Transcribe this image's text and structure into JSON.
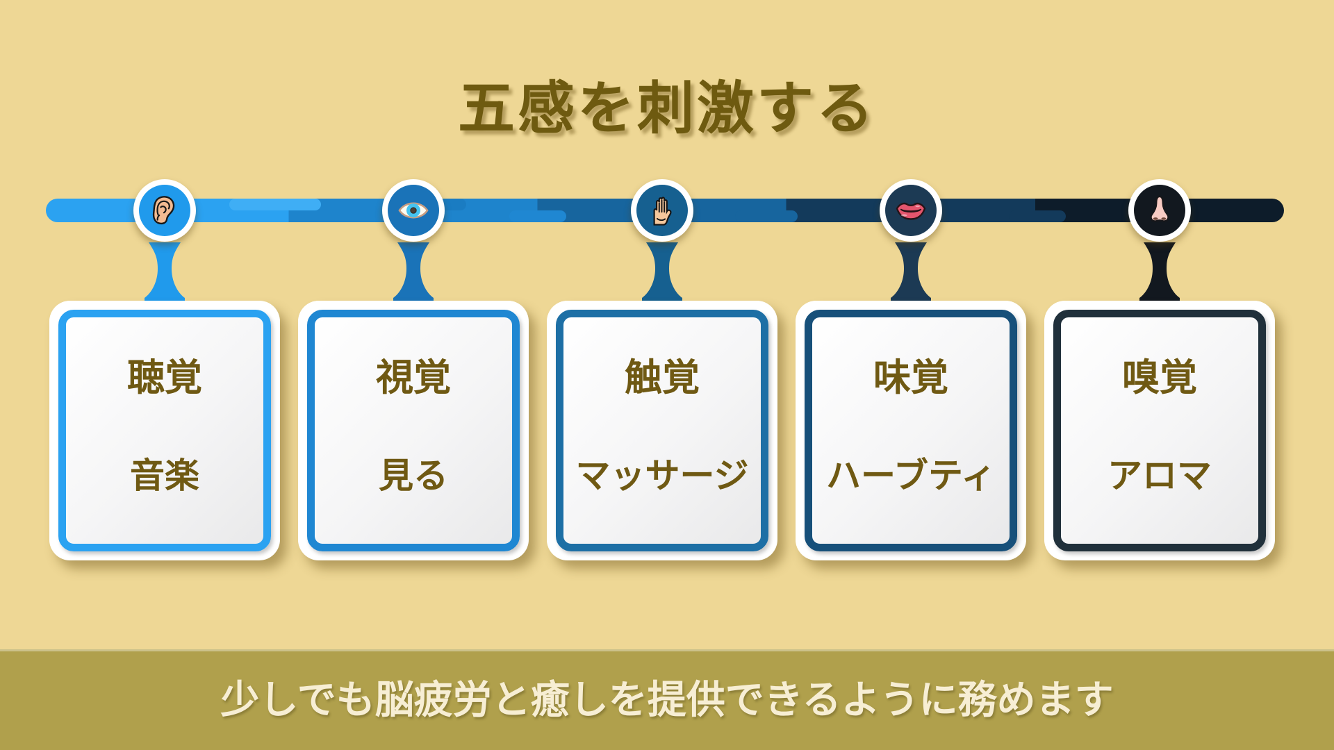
{
  "title": "五感を刺激する",
  "footer": {
    "text": "少しでも脳疲労と癒しを提供できるように務めます"
  },
  "colors": {
    "background": "#eed795",
    "title_text": "#6e5a10",
    "card_text": "#6f5913",
    "card_face": "#ffffff",
    "footer_band": "#b0a04c",
    "footer_text": "#f7eed4"
  },
  "timeline": {
    "segment_colors": [
      "#2ba2f1",
      "#1e84cc",
      "#17659e",
      "#133a5b",
      "#0d1c2a"
    ],
    "segment_stops": [
      19.6,
      39.7,
      59.8,
      79.9
    ],
    "dash_colors": [
      "#3faef5",
      "#1a7cc2",
      "#1f87d2",
      "#17659e",
      "#133a5b"
    ]
  },
  "senses": [
    {
      "icon": "ear-icon",
      "sense_label": "聴覚",
      "activity_label": "音楽",
      "accent_color": "#2ba2f1",
      "circle_color": "#209aec"
    },
    {
      "icon": "eye-icon",
      "sense_label": "視覚",
      "activity_label": "見る",
      "accent_color": "#1f87d2",
      "circle_color": "#1a73b8"
    },
    {
      "icon": "hand-icon",
      "sense_label": "触覚",
      "activity_label": "マッサージ",
      "accent_color": "#1d6fa5",
      "circle_color": "#166090"
    },
    {
      "icon": "mouth-icon",
      "sense_label": "味覚",
      "activity_label": "ハーブティ",
      "accent_color": "#17507a",
      "circle_color": "#1c3a54"
    },
    {
      "icon": "nose-icon",
      "sense_label": "嗅覚",
      "activity_label": "アロマ",
      "accent_color": "#20303b",
      "circle_color": "#12181f"
    }
  ]
}
